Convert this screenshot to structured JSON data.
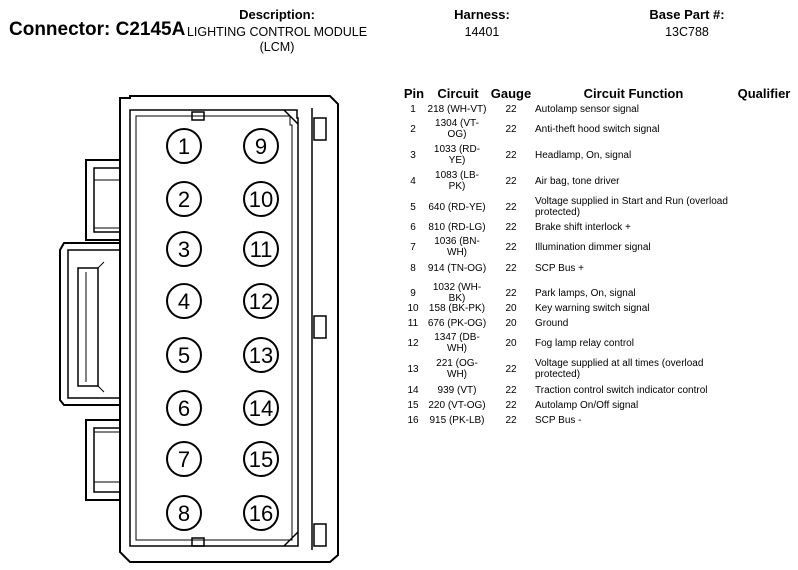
{
  "header": {
    "connector_label": "Connector: C2145A",
    "description_label": "Description:",
    "description_value": "LIGHTING CONTROL MODULE (LCM)",
    "harness_label": "Harness:",
    "harness_value": "14401",
    "base_part_label": "Base Part #:",
    "base_part_value": "13C788"
  },
  "table": {
    "columns": [
      "Pin",
      "Circuit",
      "Gauge",
      "Circuit Function",
      "Qualifier"
    ],
    "rows": [
      {
        "pin": "1",
        "circuit": "218 (WH-VT)",
        "gauge": "22",
        "function": "Autolamp sensor signal"
      },
      {
        "pin": "2",
        "circuit": "1304 (VT-OG)",
        "gauge": "22",
        "function": "Anti-theft hood switch signal"
      },
      {
        "pin": "3",
        "circuit": "1033 (RD-YE)",
        "gauge": "22",
        "function": "Headlamp, On, signal"
      },
      {
        "pin": "4",
        "circuit": "1083 (LB-PK)",
        "gauge": "22",
        "function": "Air bag, tone driver"
      },
      {
        "pin": "5",
        "circuit": "640 (RD-YE)",
        "gauge": "22",
        "function": "Voltage supplied in Start and Run (overload protected)"
      },
      {
        "pin": "6",
        "circuit": "810 (RD-LG)",
        "gauge": "22",
        "function": "Brake shift interlock +"
      },
      {
        "pin": "7",
        "circuit": "1036 (BN-WH)",
        "gauge": "22",
        "function": "Illumination dimmer signal"
      },
      {
        "pin": "8",
        "circuit": "914 (TN-OG)",
        "gauge": "22",
        "function": "SCP Bus +"
      },
      {
        "pin": "9",
        "circuit": "1032 (WH-BK)",
        "gauge": "22",
        "function": "Park lamps, On, signal"
      },
      {
        "pin": "10",
        "circuit": "158 (BK-PK)",
        "gauge": "20",
        "function": "Key warning switch signal"
      },
      {
        "pin": "11",
        "circuit": "676 (PK-OG)",
        "gauge": "20",
        "function": "Ground"
      },
      {
        "pin": "12",
        "circuit": "1347 (DB-WH)",
        "gauge": "20",
        "function": "Fog lamp relay control"
      },
      {
        "pin": "13",
        "circuit": "221 (OG-WH)",
        "gauge": "22",
        "function": "Voltage supplied at all times (overload protected)"
      },
      {
        "pin": "14",
        "circuit": "939 (VT)",
        "gauge": "22",
        "function": "Traction control switch indicator control"
      },
      {
        "pin": "15",
        "circuit": "220 (VT-OG)",
        "gauge": "22",
        "function": "Autolamp On/Off signal"
      },
      {
        "pin": "16",
        "circuit": "915 (PK-LB)",
        "gauge": "22",
        "function": "SCP Bus -"
      }
    ]
  },
  "connector": {
    "left_column_pins": [
      "1",
      "2",
      "3",
      "4",
      "5",
      "6",
      "7",
      "8"
    ],
    "right_column_pins": [
      "9",
      "10",
      "11",
      "12",
      "13",
      "14",
      "15",
      "16"
    ]
  }
}
